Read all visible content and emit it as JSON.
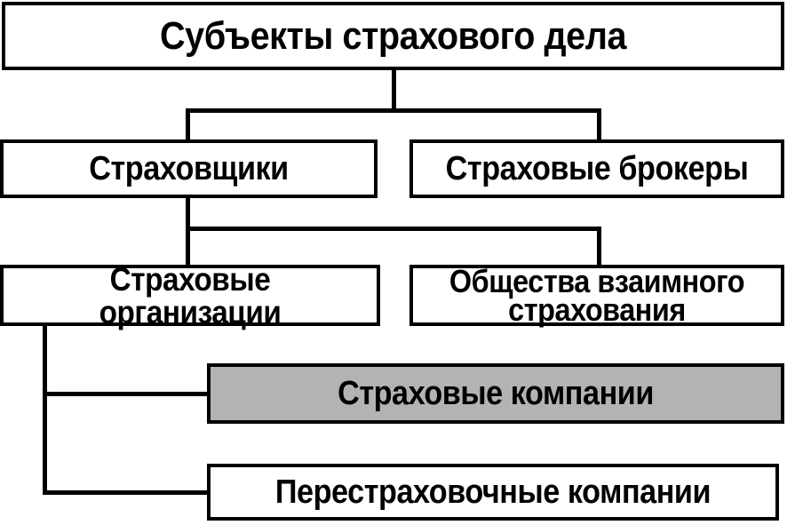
{
  "diagram": {
    "title": "Субъекты страхового дела",
    "type": "hierarchy",
    "nodes": {
      "root": {
        "label": "Субъекты страхового дела",
        "level": 0
      },
      "insurers": {
        "label": "Страховщики",
        "level": 1,
        "parent": "root"
      },
      "brokers": {
        "label": "Страховые брокеры",
        "level": 1,
        "parent": "root"
      },
      "orgs": {
        "label": "Страховые организации",
        "level": 2,
        "parent": "insurers"
      },
      "mutual": {
        "label": "Общества взаимного страхования",
        "level": 2,
        "parent": "insurers"
      },
      "companies": {
        "label": "Страховые компании",
        "level": 3,
        "parent": "orgs",
        "highlighted": true
      },
      "reinsurance": {
        "label": "Перестраховочные компании",
        "level": 3,
        "parent": "orgs"
      }
    },
    "colors": {
      "line": "#000000",
      "box_background": "#ffffff",
      "highlight_background": "#b3b3b5",
      "text": "#000000"
    }
  }
}
